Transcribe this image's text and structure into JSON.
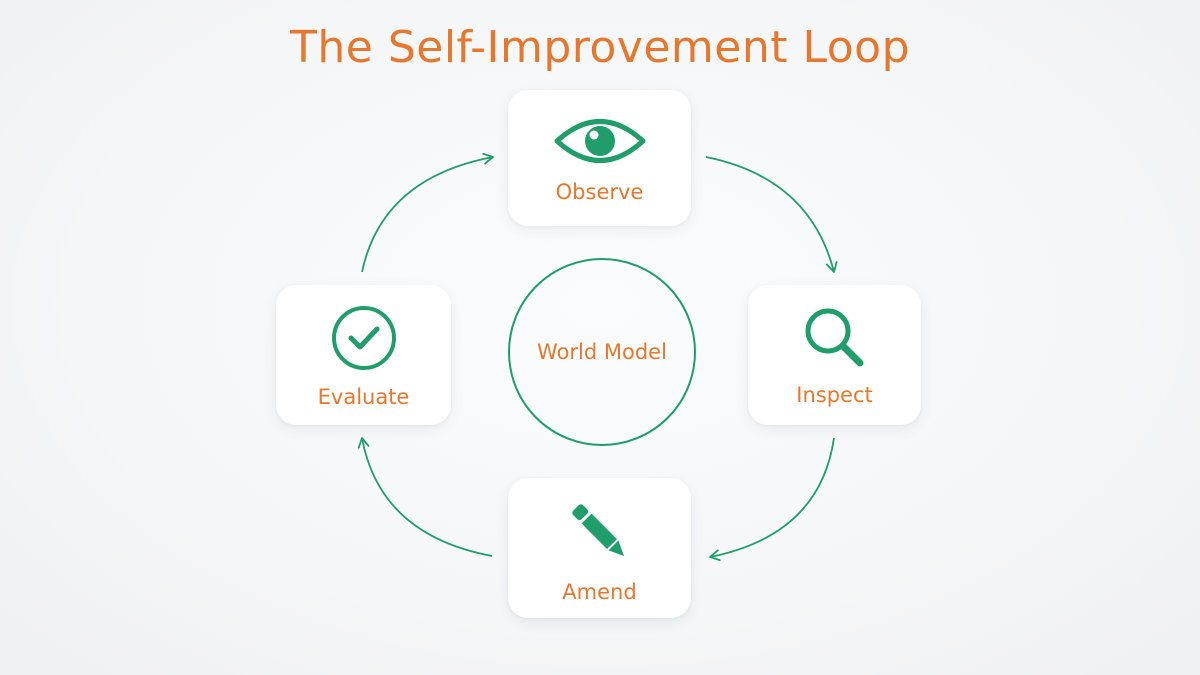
{
  "title": "The Self-Improvement Loop",
  "center": {
    "label": "World Model"
  },
  "stages": {
    "observe": {
      "label": "Observe",
      "icon": "eye-icon"
    },
    "inspect": {
      "label": "Inspect",
      "icon": "magnifier-icon"
    },
    "amend": {
      "label": "Amend",
      "icon": "pencil-icon"
    },
    "evaluate": {
      "label": "Evaluate",
      "icon": "checkmark-circle-icon"
    }
  },
  "flow": [
    "Observe",
    "Inspect",
    "Amend",
    "Evaluate"
  ],
  "colors": {
    "title": "#e8772e",
    "label": "#e8772e",
    "accent": "#1f9e6c",
    "card": "#ffffff",
    "background": "#f4f6f8"
  }
}
